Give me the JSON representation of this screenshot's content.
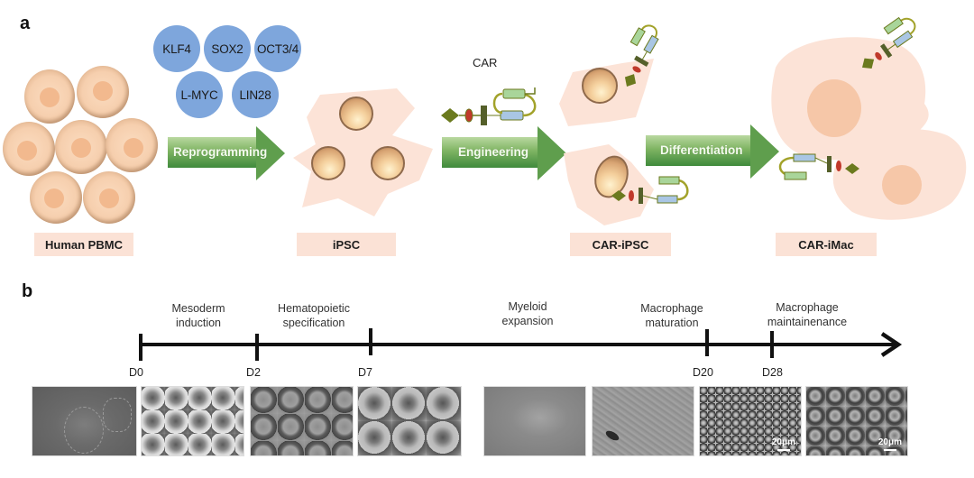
{
  "panels": {
    "a": {
      "letter": "a",
      "factors": [
        "KLF4",
        "SOX2",
        "OCT3/4",
        "L-MYC",
        "LIN28"
      ],
      "car_label": "CAR",
      "steps": [
        {
          "label": "Reprogramming"
        },
        {
          "label": "Engineering"
        },
        {
          "label": "Differentiation"
        }
      ],
      "stages": [
        {
          "label": "Human PBMC"
        },
        {
          "label": "iPSC"
        },
        {
          "label": "CAR-iPSC"
        },
        {
          "label": "CAR-iMac"
        }
      ],
      "colors": {
        "factor_circle": "#7ea6dc",
        "arrow_green": "#5f9e4d",
        "stage_box": "#fbe2d6",
        "cell_fill": "#f6cfae",
        "car_hinge": "#6b7a1e",
        "car_red": "#c0392b",
        "car_green_domain": "#a9d59a",
        "car_blue_domain": "#a9c6e4"
      }
    },
    "b": {
      "letter": "b",
      "phases": [
        {
          "label_line1": "Mesoderm",
          "label_line2": "induction"
        },
        {
          "label_line1": "Hematopoietic",
          "label_line2": "specification"
        },
        {
          "label_line1": "Myeloid",
          "label_line2": "expansion"
        },
        {
          "label_line1": "Macrophage",
          "label_line2": "maturation"
        },
        {
          "label_line1": "Macrophage",
          "label_line2": "maintainenance"
        }
      ],
      "days": [
        "D0",
        "D2",
        "D7",
        "D20",
        "D28"
      ],
      "micrographs": [
        {
          "name": "micrograph-1",
          "scale_bar": ""
        },
        {
          "name": "micrograph-2",
          "scale_bar": ""
        },
        {
          "name": "micrograph-3",
          "scale_bar": ""
        },
        {
          "name": "micrograph-4",
          "scale_bar": ""
        },
        {
          "name": "micrograph-5",
          "scale_bar": ""
        },
        {
          "name": "micrograph-6",
          "scale_bar": ""
        },
        {
          "name": "micrograph-7",
          "scale_bar": "20μm"
        },
        {
          "name": "micrograph-8",
          "scale_bar": "20μm"
        }
      ]
    }
  }
}
